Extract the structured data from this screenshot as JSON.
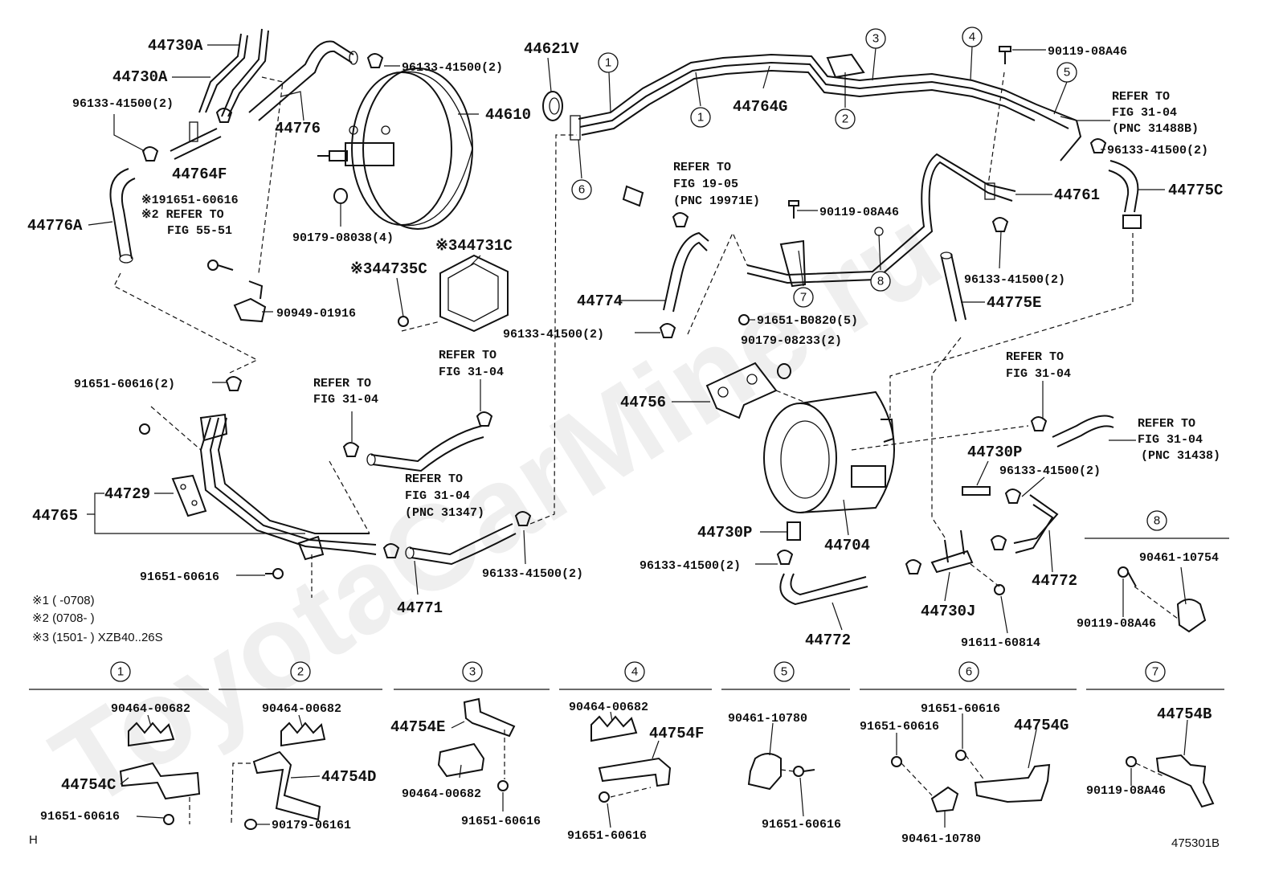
{
  "watermark": "ToyotaCarMine.ru",
  "figure_code": "475301B",
  "corner_mark": "H",
  "footnotes": [
    "※1 (      -0708)",
    "※2 (0708-      )",
    "※3 (1501-    ) XZB40..26S"
  ],
  "labels": {
    "p44730A_1": "44730A",
    "p44730A_2": "44730A",
    "p96133_a": "96133-41500(2)",
    "p44764F": "44764F",
    "p44776": "44776",
    "p96133_b": "96133-41500(2)",
    "p44776A": "44776A",
    "p91651_note": "※191651-60616",
    "refer_55_a": "※2 REFER TO",
    "refer_55_b": "FIG 55-51",
    "p90949": "90949-01916",
    "p44621V": "44621V",
    "p44610": "44610",
    "p90179_08038": "90179-08038(4)",
    "p44731C": "※344731C",
    "p44735C": "※344735C",
    "p91651_2a": "91651-60616(2)",
    "refer_3104_a1": "REFER TO",
    "refer_3104_a2": "FIG 31-04",
    "refer_3104_b1": "REFER TO",
    "refer_3104_b2": "FIG 31-04",
    "refer_31347_1": "REFER TO",
    "refer_31347_2": "FIG 31-04",
    "refer_31347_3": "(PNC 31347)",
    "p44765": "44765",
    "p44729": "44729",
    "p91651_b": "91651-60616",
    "p44771": "44771",
    "p96133_c": "96133-41500(2)",
    "p90119_a": "90119-08A46",
    "p44764G": "44764G",
    "refer_31488_1": "REFER TO",
    "refer_31488_2": "FIG 31-04",
    "refer_31488_3": "(PNC 31488B)",
    "p96133_d": "96133-41500(2)",
    "p44775C": "44775C",
    "refer_1905_1": "REFER TO",
    "refer_1905_2": "FIG 19-05",
    "refer_1905_3": "(PNC 19971E)",
    "p90119_b": "90119-08A46",
    "p44761": "44761",
    "p96133_e": "96133-41500(2)",
    "p44775E": "44775E",
    "p44774": "44774",
    "p91651_B0820": "91651-B0820(5)",
    "p96133_f": "96133-41500(2)",
    "p90179_08233": "90179-08233(2)",
    "p44756": "44756",
    "refer_3104_c1": "REFER TO",
    "refer_3104_c2": "FIG 31-04",
    "refer_31438_1": "REFER TO",
    "refer_31438_2": "FIG 31-04",
    "refer_31438_3": "(PNC 31438)",
    "p44730P_a": "44730P",
    "p96133_g": "96133-41500(2)",
    "p44730P_b": "44730P",
    "p44704": "44704",
    "p96133_h": "96133-41500(2)",
    "p44772_a": "44772",
    "p44772_b": "44772",
    "p44730J": "44730J",
    "p91611": "91611-60814",
    "p90461_10754": "90461-10754",
    "p90119_c": "90119-08A46",
    "d1_90464": "90464-00682",
    "d1_44754C": "44754C",
    "d1_91651": "91651-60616",
    "d2_90464": "90464-00682",
    "d2_44754D": "44754D",
    "d2_90179": "90179-06161",
    "d3_44754E": "44754E",
    "d3_90464": "90464-00682",
    "d3_91651": "91651-60616",
    "d4_90464": "90464-00682",
    "d4_44754F": "44754F",
    "d4_91651": "91651-60616",
    "d5_90461": "90461-10780",
    "d5_91651": "91651-60616",
    "d6_91651_a": "91651-60616",
    "d6_91651_b": "91651-60616",
    "d6_44754G": "44754G",
    "d6_90461": "90461-10780",
    "d7_44754B": "44754B",
    "d7_90119": "90119-08A46"
  },
  "callouts": [
    "1",
    "2",
    "3",
    "4",
    "5",
    "6",
    "7",
    "8"
  ]
}
